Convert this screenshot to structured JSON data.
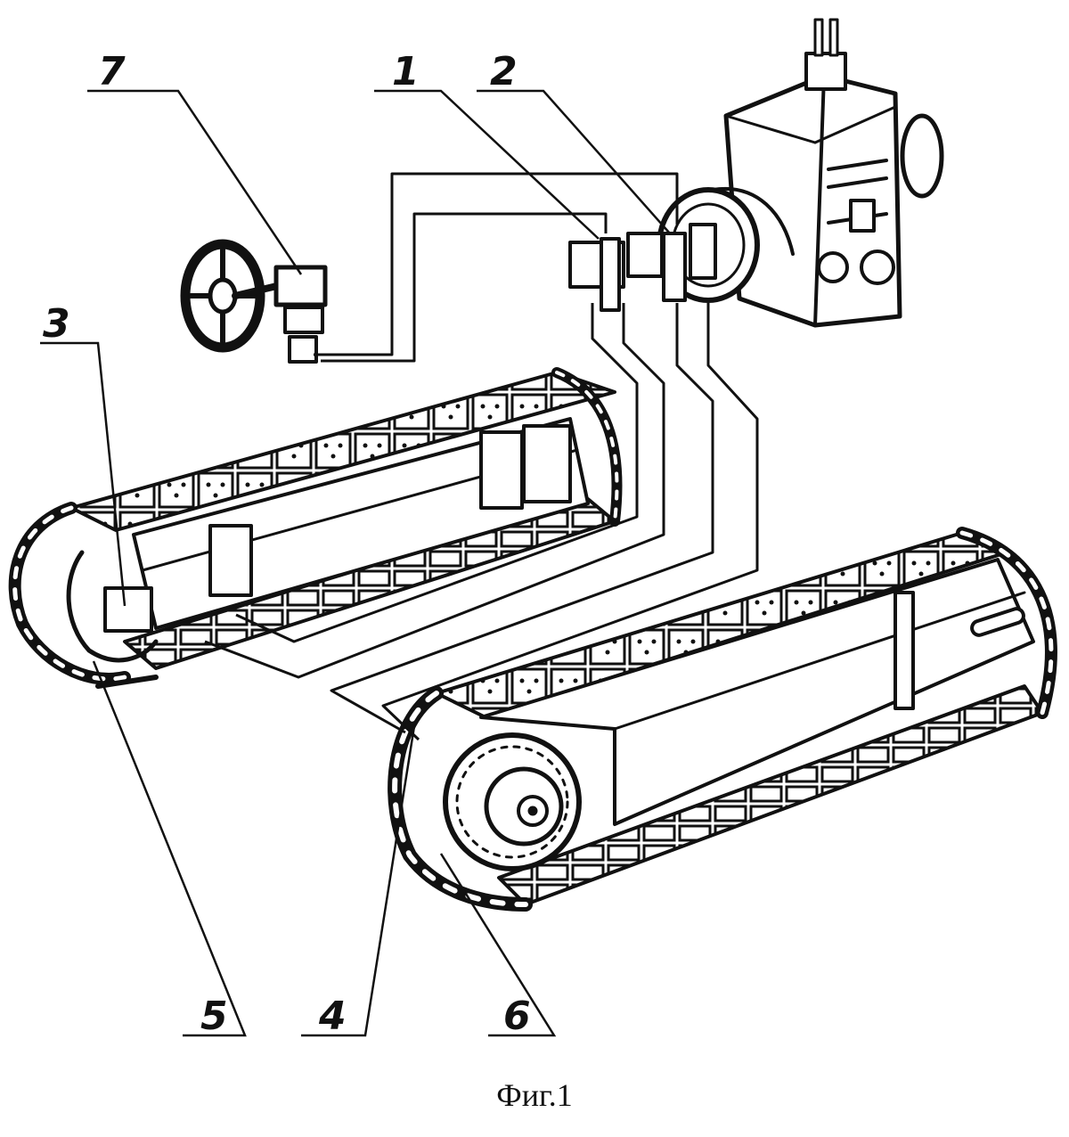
{
  "figure": {
    "caption": "Фиг.1",
    "callouts": [
      {
        "id": "c1",
        "label": "1"
      },
      {
        "id": "c2",
        "label": "2"
      },
      {
        "id": "c3",
        "label": "3"
      },
      {
        "id": "c4",
        "label": "4"
      },
      {
        "id": "c5",
        "label": "5"
      },
      {
        "id": "c6",
        "label": "6"
      },
      {
        "id": "c7",
        "label": "7"
      }
    ]
  }
}
